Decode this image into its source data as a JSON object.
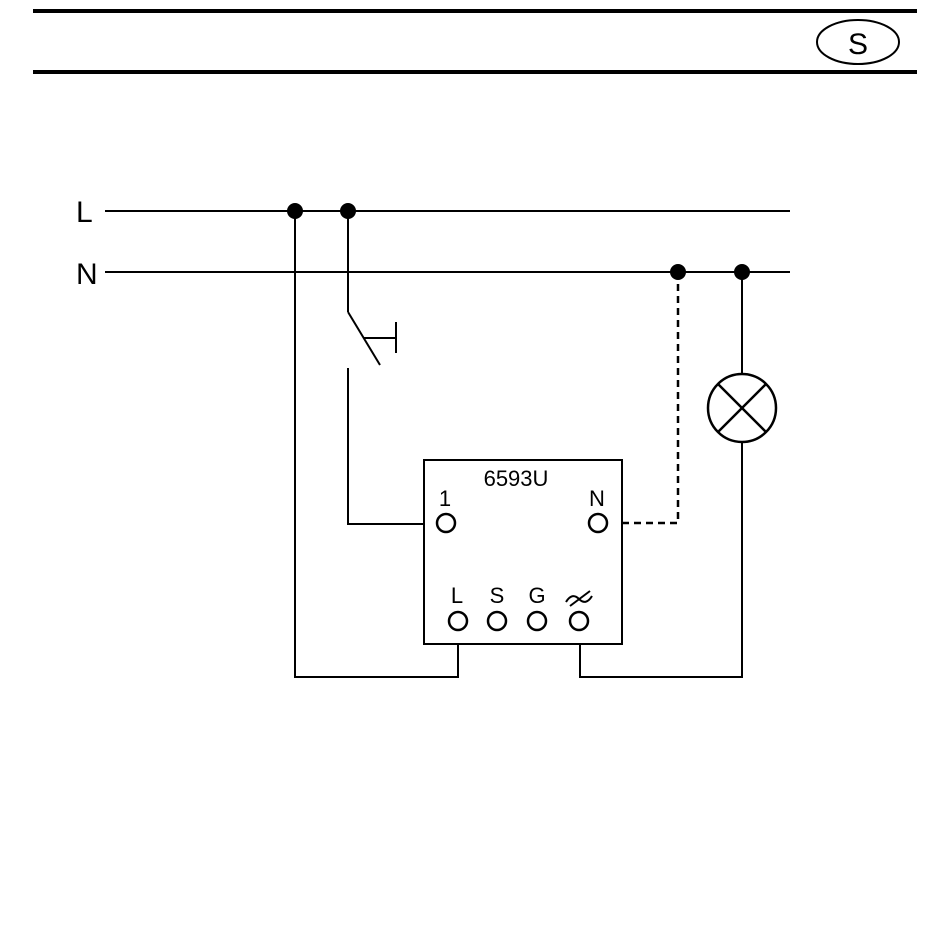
{
  "header": {
    "section_letter": "S"
  },
  "bus": {
    "live_label": "L",
    "neutral_label": "N"
  },
  "module": {
    "model": "6593U",
    "terminals": {
      "one": "1",
      "neutral": "N",
      "live": "L",
      "s": "S",
      "g": "G"
    },
    "dimmer_terminal_icon": "dimmer-symbol-icon"
  },
  "components": {
    "switch_icon": "push-button-switch-icon",
    "lamp_icon": "lamp-icon"
  },
  "colors": {
    "ink": "#000000",
    "background": "#ffffff"
  }
}
